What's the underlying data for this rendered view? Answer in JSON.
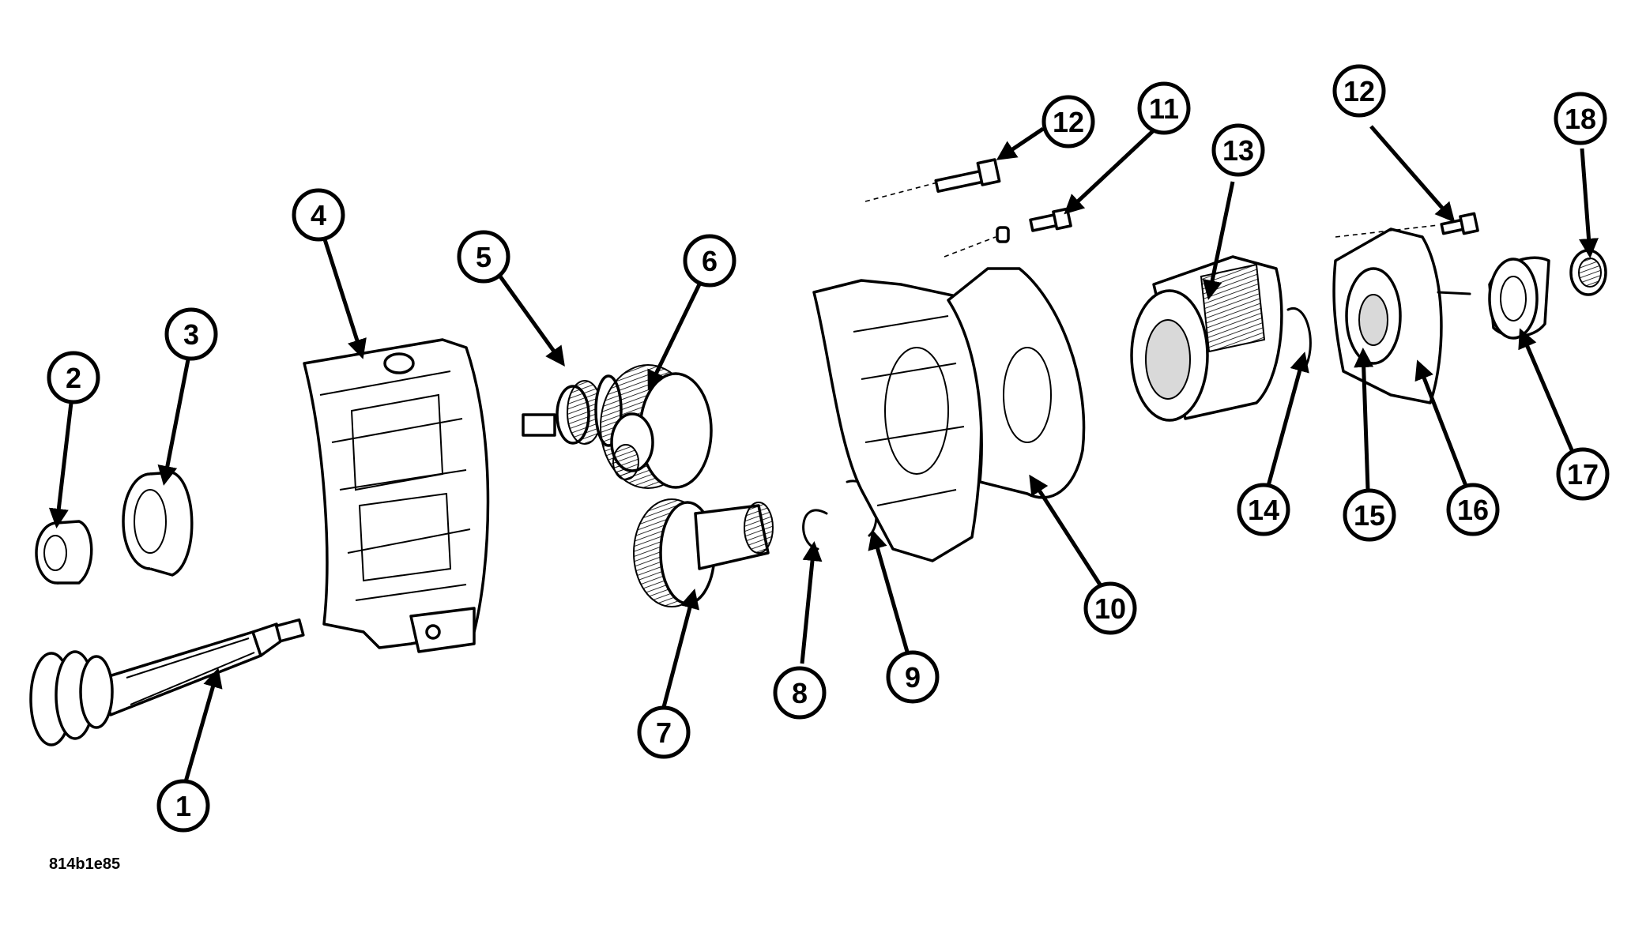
{
  "figure_id": "814b1e85",
  "callouts": [
    {
      "label": "1"
    },
    {
      "label": "2"
    },
    {
      "label": "3"
    },
    {
      "label": "4"
    },
    {
      "label": "5"
    },
    {
      "label": "6"
    },
    {
      "label": "7"
    },
    {
      "label": "8"
    },
    {
      "label": "9"
    },
    {
      "label": "10"
    },
    {
      "label": "11"
    },
    {
      "label": "12"
    },
    {
      "label": "13"
    },
    {
      "label": "14"
    },
    {
      "label": "15"
    },
    {
      "label": "16"
    },
    {
      "label": "17"
    },
    {
      "label": "18"
    },
    {
      "label": "12"
    }
  ]
}
